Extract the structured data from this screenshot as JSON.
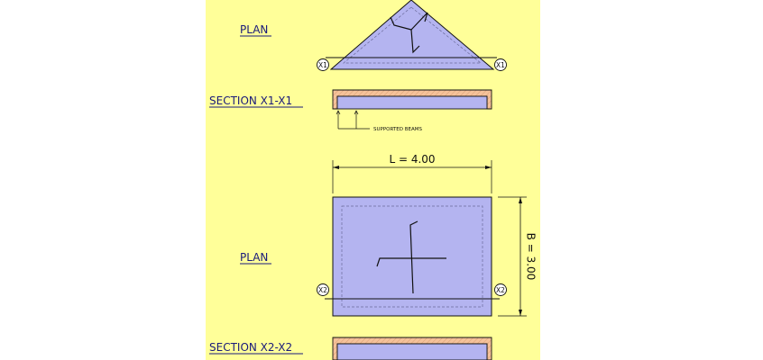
{
  "labels": {
    "plan_1": "PLAN",
    "section_1": "SECTION  X1-X1",
    "supported_beams": "SUPPORTED BEAMS",
    "length_dim": "L  =  4.00",
    "plan_2": "PLAN",
    "breadth_dim": "B  =  3.00",
    "section_2": "SECTION  X2-X2"
  },
  "markers": {
    "x1": "X1",
    "x2": "X2"
  },
  "colors": {
    "panel": "#ffff99",
    "slab_fill": "#b4b4f0",
    "concrete_fill": "#f5c29a",
    "line": "#111111",
    "label_text": "#1a1a7a"
  }
}
